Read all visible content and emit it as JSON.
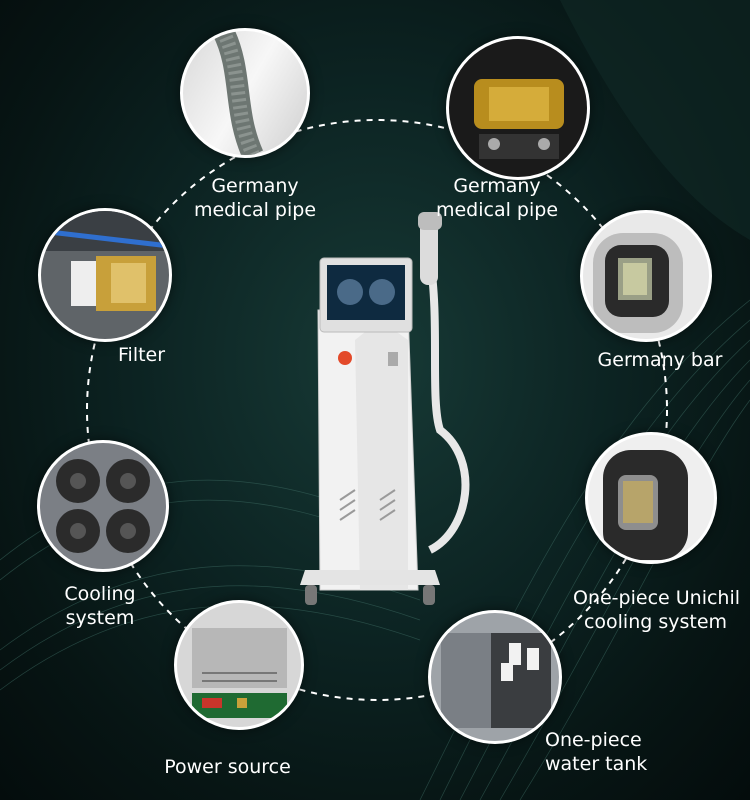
{
  "features": [
    {
      "id": "pipe1",
      "lines": [
        "Germany",
        "medical pipe"
      ]
    },
    {
      "id": "pipe2",
      "lines": [
        "Germany",
        "medical pipe"
      ]
    },
    {
      "id": "filter",
      "lines": [
        "Filter"
      ]
    },
    {
      "id": "bar",
      "lines": [
        "Germany  bar"
      ]
    },
    {
      "id": "cooling",
      "lines": [
        "Cooling",
        "system"
      ]
    },
    {
      "id": "unichil",
      "lines": [
        "One-piece Unichil",
        "cooling system"
      ]
    },
    {
      "id": "power",
      "lines": [
        "Power source"
      ]
    },
    {
      "id": "tank",
      "lines": [
        "One-piece",
        "water tank"
      ]
    }
  ]
}
